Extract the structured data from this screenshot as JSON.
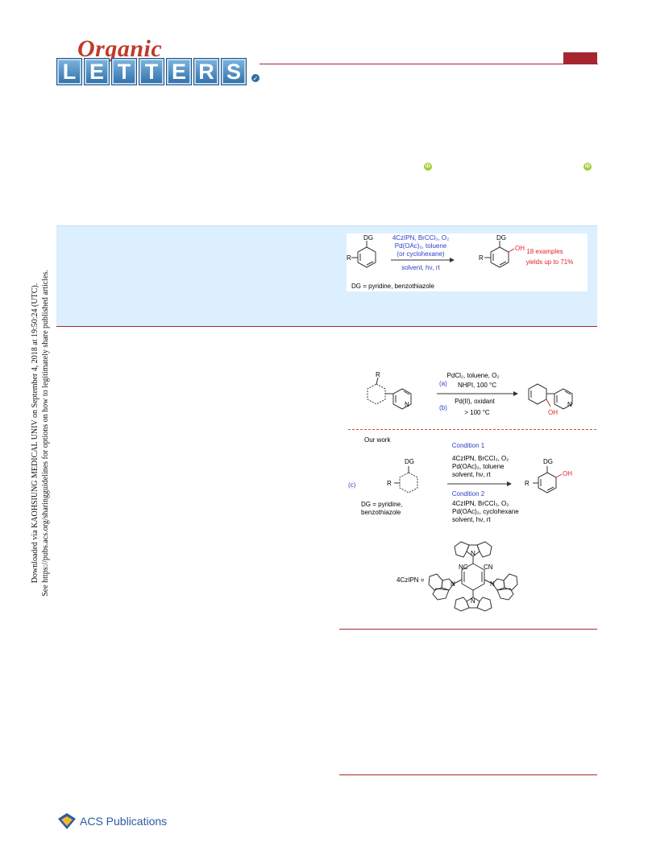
{
  "journal": {
    "script": "Organic",
    "letters": [
      "L",
      "E",
      "T",
      "T",
      "E",
      "R",
      "S"
    ]
  },
  "side_stamp": {
    "line1": "Downloaded via KAOHSIUNG MEDICAL UNIV on September 4, 2018 at 19:50:24 (UTC).",
    "line2": "See https://pubs.acs.org/sharingguidelines for options on how to legitimately share published articles."
  },
  "toc_graphic": {
    "label_dg_left": "DG",
    "label_r_left": "R",
    "cond_line1": "4CzIPN, BrCCl₃, O₂",
    "cond_line2": "Pd(OAc)₂, toluene",
    "cond_line3": "(or cyclohexane)",
    "cond_below": "solvent, hν, rt",
    "label_dg_right": "DG",
    "label_oh_right": "OH",
    "label_r_right": "R",
    "result_line1": "18 examples",
    "result_line2": "yields up to 71%",
    "dg_definition": "DG = pyridine, benzothiazole"
  },
  "scheme": {
    "label_r_top": "R",
    "label_n_left": "N",
    "label_a": "(a)",
    "cond_a1": "PdCl₂, toluene, O₂",
    "cond_a2": "NHPI, 100 °C",
    "label_b": "(b)",
    "cond_b1": "Pd(II), oxidant",
    "cond_b2": "> 100 °C",
    "label_n_right": "N",
    "label_oh_product": "OH",
    "our_work": "Our work",
    "condition1_title": "Condition 1",
    "c1_line1": "4CzIPN, BrCCl₃, O₂",
    "c1_line2": "Pd(OAc)₂, toluene",
    "c1_line3": "solvent, hν, rt",
    "condition2_title": "Condition 2",
    "c2_line1": "4CzIPN, BrCCl₃, O₂",
    "c2_line2": "Pd(OAc)₂, cyclohexane",
    "c2_line3": "solvent, hν, rt",
    "label_c": "(c)",
    "label_dg_sub": "DG",
    "label_r_sub": "R",
    "dg_def1": "DG = pyridine,",
    "dg_def2": "benzothiazole",
    "label_dg_prod": "DG",
    "label_oh_prod": "OH",
    "label_r_prod": "R",
    "czipn_label": "4CzIPN  =",
    "label_nc": "NC",
    "label_cn": "CN",
    "label_n1": "N",
    "label_n2": "N",
    "label_n3": "N",
    "label_n4": "N"
  },
  "footer": {
    "publisher": "ACS Publications"
  },
  "colors": {
    "accent_red": "#a5262e",
    "abstract_bg": "#dcefff",
    "blue_text": "#2b3ec7",
    "red_text": "#e0242b"
  }
}
